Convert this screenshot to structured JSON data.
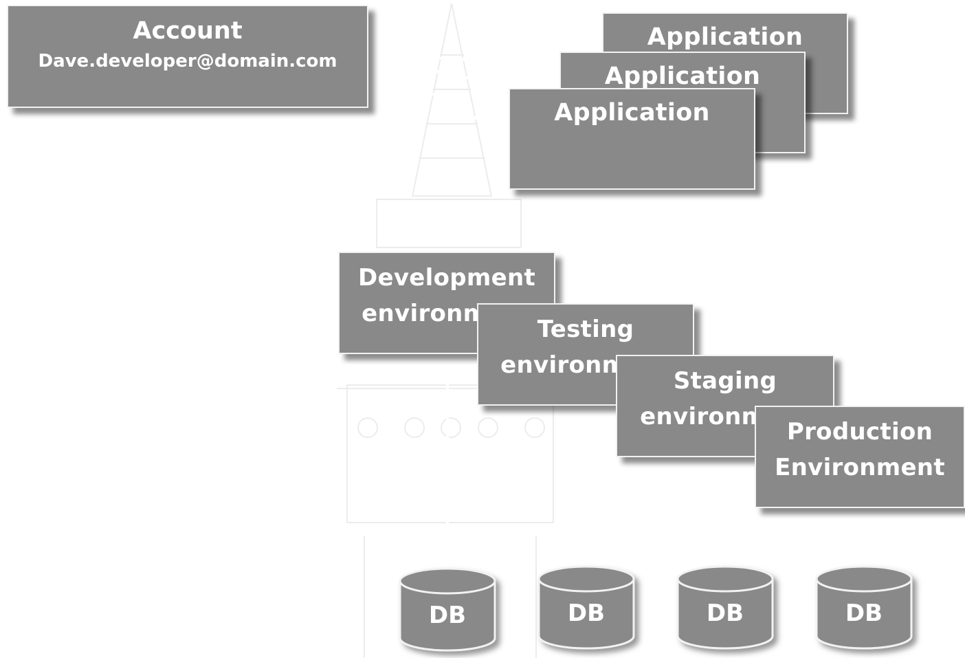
{
  "account": {
    "title": "Account",
    "email": "Dave.developer@domain.com"
  },
  "applications": [
    "Application",
    "Application",
    "Application"
  ],
  "environments": [
    {
      "line1": "Development",
      "line2": "environment"
    },
    {
      "line1": "Testing",
      "line2": "environment"
    },
    {
      "line1": "Staging",
      "line2": "environment"
    },
    {
      "line1": "Production",
      "line2": "Environment"
    }
  ],
  "databases": [
    "DB",
    "DB",
    "DB",
    "DB"
  ],
  "colors": {
    "box_fill": "#898989",
    "box_border": "#f2f2f2",
    "text": "#ffffff",
    "arrow": "#ffffff",
    "shadow": "#555555"
  }
}
